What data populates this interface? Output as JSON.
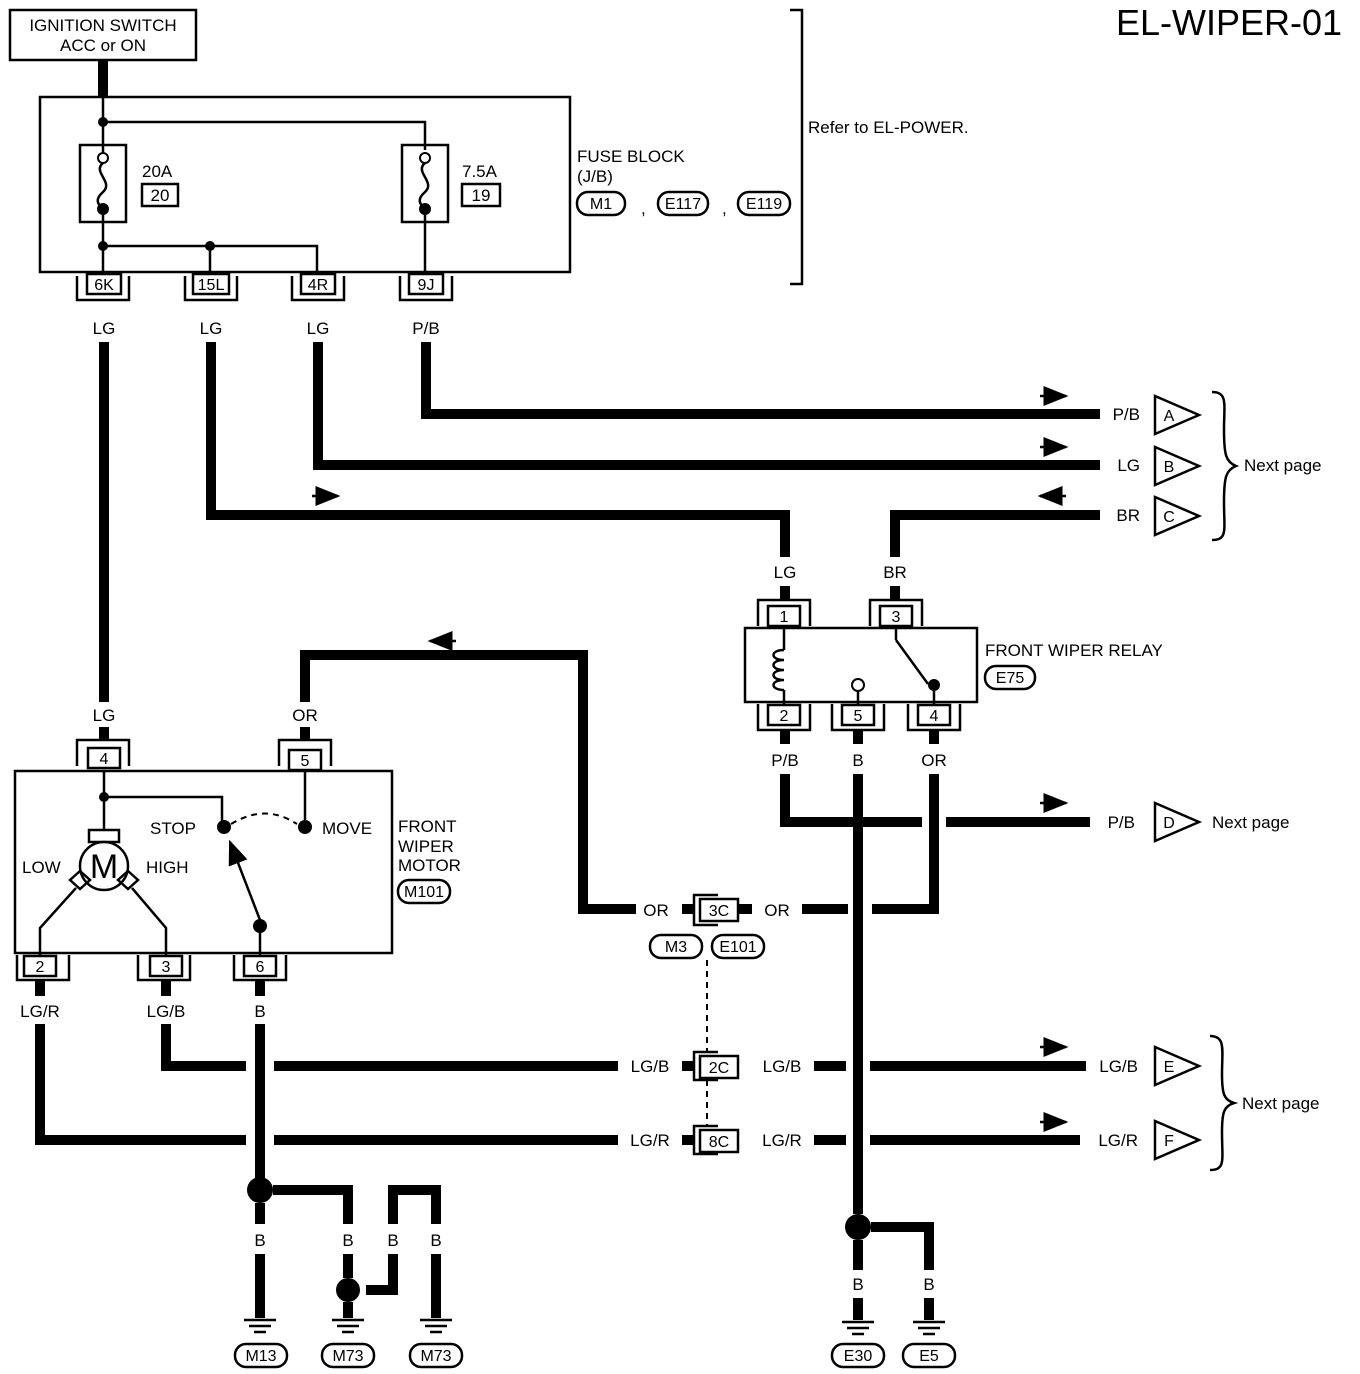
{
  "page_title": "EL-WIPER-01",
  "ignition_switch": {
    "line1": "IGNITION SWITCH",
    "line2": "ACC or ON"
  },
  "fuse_block": {
    "name": "FUSE BLOCK",
    "sub": "(J/B)",
    "connectors": [
      "M1",
      "E117",
      "E119"
    ],
    "separator": ",",
    "fuse1": {
      "amps": "20A",
      "number": "20"
    },
    "fuse2": {
      "amps": "7.5A",
      "number": "19"
    },
    "terminals": [
      "6K",
      "15L",
      "4R",
      "9J"
    ],
    "wire_colors": [
      "LG",
      "LG",
      "LG",
      "P/B"
    ]
  },
  "refer_note": "Refer to EL-POWER.",
  "next_page": "Next page",
  "outputs": [
    {
      "color": "P/B",
      "letter": "A"
    },
    {
      "color": "LG",
      "letter": "B"
    },
    {
      "color": "BR",
      "letter": "C"
    },
    {
      "color": "P/B",
      "letter": "D"
    },
    {
      "color": "LG/B",
      "letter": "E"
    },
    {
      "color": "LG/R",
      "letter": "F"
    }
  ],
  "relay": {
    "name": "FRONT WIPER RELAY",
    "connector": "E75",
    "pins": [
      "1",
      "3",
      "2",
      "5",
      "4"
    ],
    "wire_in_lg": "LG",
    "wire_in_br": "BR",
    "wire_pb": "P/B",
    "wire_b": "B",
    "wire_or": "OR"
  },
  "motor": {
    "name_line1": "FRONT",
    "name_line2": "WIPER",
    "name_line3": "MOTOR",
    "connector": "M101",
    "symbol": "M",
    "low": "LOW",
    "high": "HIGH",
    "stop": "STOP",
    "move": "MOVE",
    "pins": [
      "4",
      "5",
      "2",
      "3",
      "6"
    ],
    "wire_lg": "LG",
    "wire_or": "OR",
    "wire_lgr": "LG/R",
    "wire_lgb": "LG/B",
    "wire_b": "B"
  },
  "junction": {
    "pins": [
      "3C",
      "2C",
      "8C"
    ],
    "connectors": [
      "M3",
      "E101"
    ],
    "or": "OR",
    "lgb": "LG/B",
    "lgr": "LG/R"
  },
  "grounds": {
    "b": "B",
    "labels": [
      "M13",
      "M73",
      "M73",
      "E30",
      "E5"
    ]
  }
}
